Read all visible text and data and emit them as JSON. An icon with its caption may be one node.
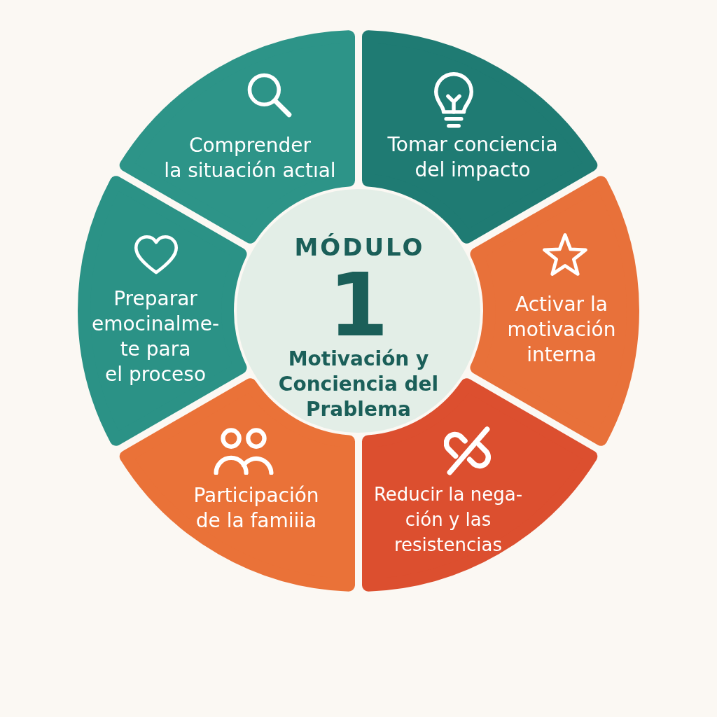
{
  "diagram": {
    "nodes": [
      {
        "text": [
          "Comprender la situación actıal"
        ]
      },
      {
        "text": [
          "Tomar conciencia del impacto"
        ]
      },
      {
        "text": [
          "Preparar emocinalme- te para el proceso"
        ]
      },
      {
        "text": [
          "MÓDULO",
          "1",
          "Motivación y Conciencia del Prablema"
        ]
      },
      {
        "text": [
          "Activar la motivación interna"
        ]
      },
      {
        "text": [
          "Participación de la famiiia"
        ]
      },
      {
        "text": [
          "Reducir la nega- ción y las resistencias"
        ]
      }
    ]
  }
}
